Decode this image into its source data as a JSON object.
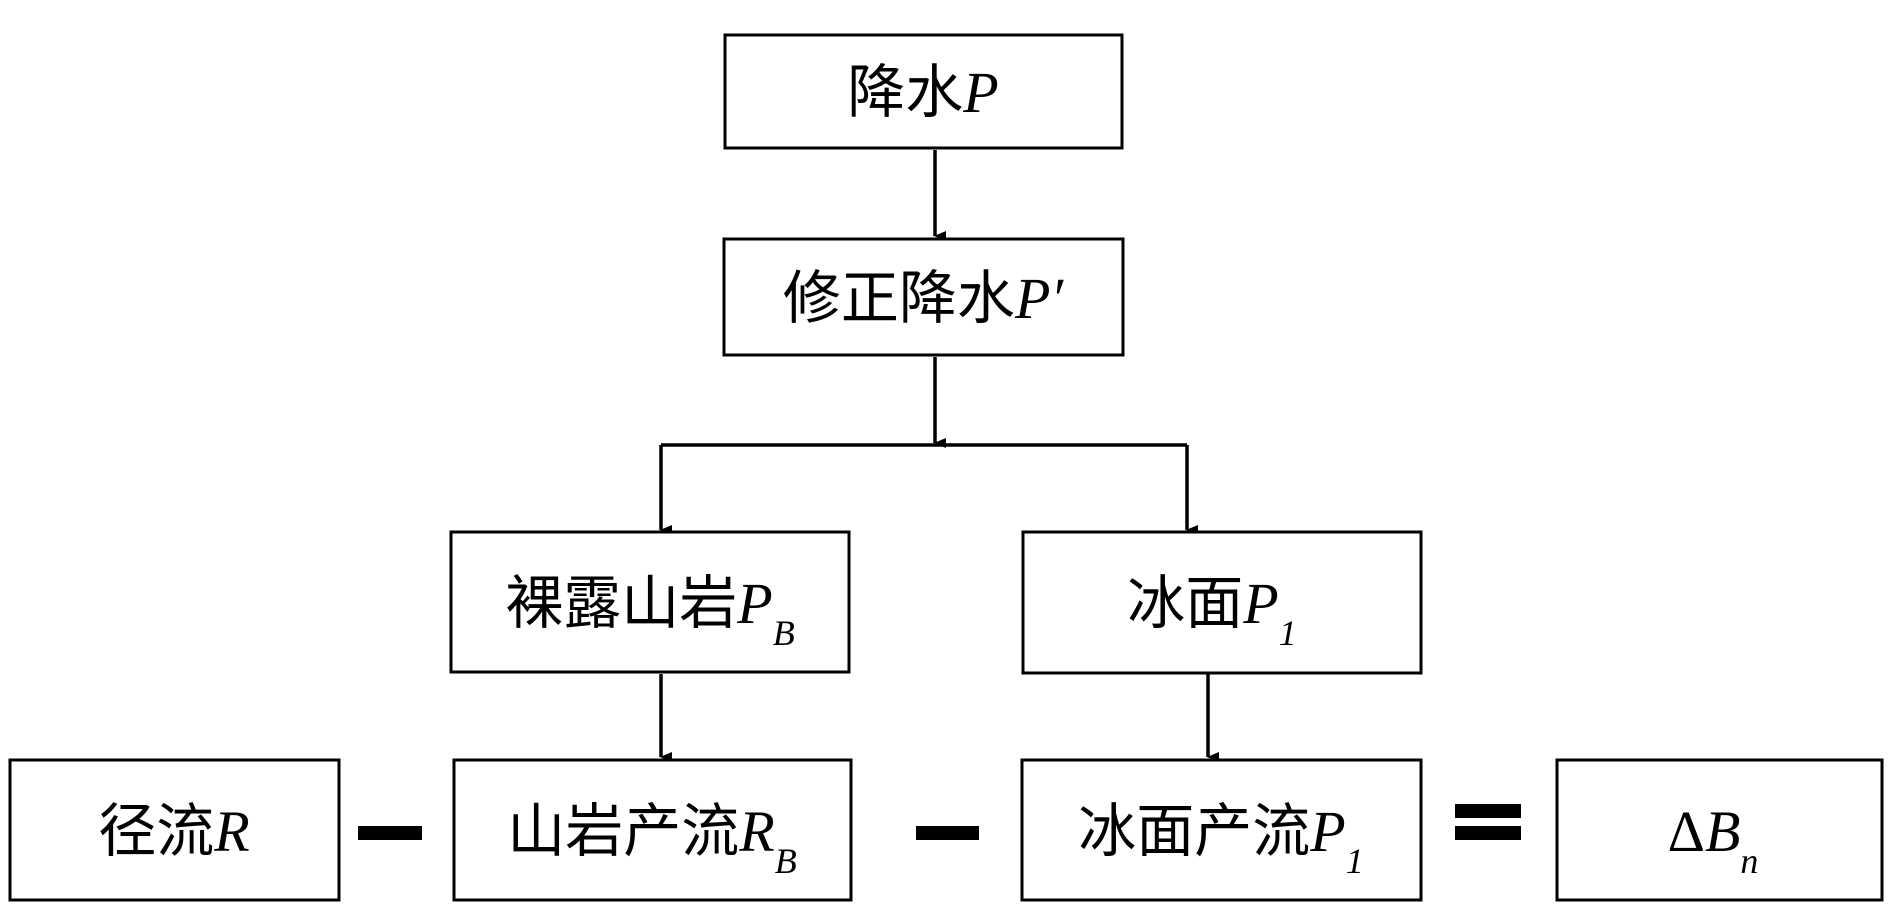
{
  "diagram": {
    "precip": {
      "label": "降水",
      "var": "P"
    },
    "corrected": {
      "label": "修正降水",
      "var": "P′"
    },
    "bare_rock": {
      "label": "裸露山岩",
      "var": "P",
      "sub": "B"
    },
    "ice_surface": {
      "label": "冰面",
      "var": "P",
      "sub": "1"
    },
    "runoff": {
      "label": "径流",
      "var": "R"
    },
    "rock_runoff": {
      "label": "山岩产流",
      "var": "R",
      "sub": "B"
    },
    "ice_runoff": {
      "label": "冰面产流",
      "var": "P",
      "sub": "1"
    },
    "result": {
      "label": "Δ",
      "var": "B",
      "sub": "n"
    },
    "operators": {
      "minus_1": "minus",
      "minus_2": "minus",
      "equals": "equals"
    }
  }
}
